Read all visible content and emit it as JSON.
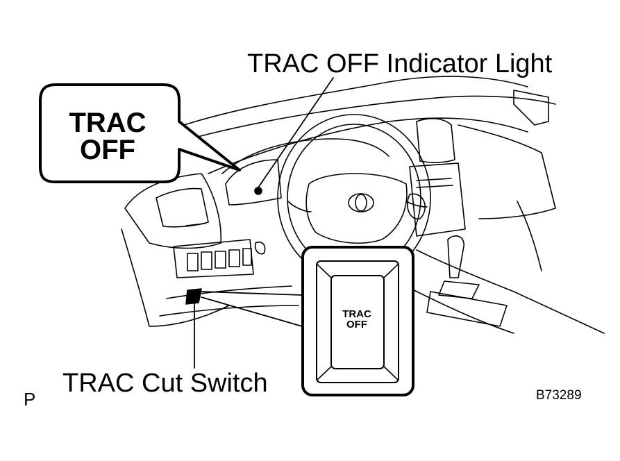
{
  "labels": {
    "indicator_light": "TRAC OFF Indicator Light",
    "cut_switch": "TRAC Cut Switch",
    "view_marker": "P",
    "figure_code": "B73289"
  },
  "callouts": {
    "indicator_display": [
      "TRAC",
      "OFF"
    ],
    "switch_face": [
      "TRAC",
      "OFF"
    ]
  },
  "colors": {
    "line": "#000000",
    "background": "#ffffff"
  }
}
